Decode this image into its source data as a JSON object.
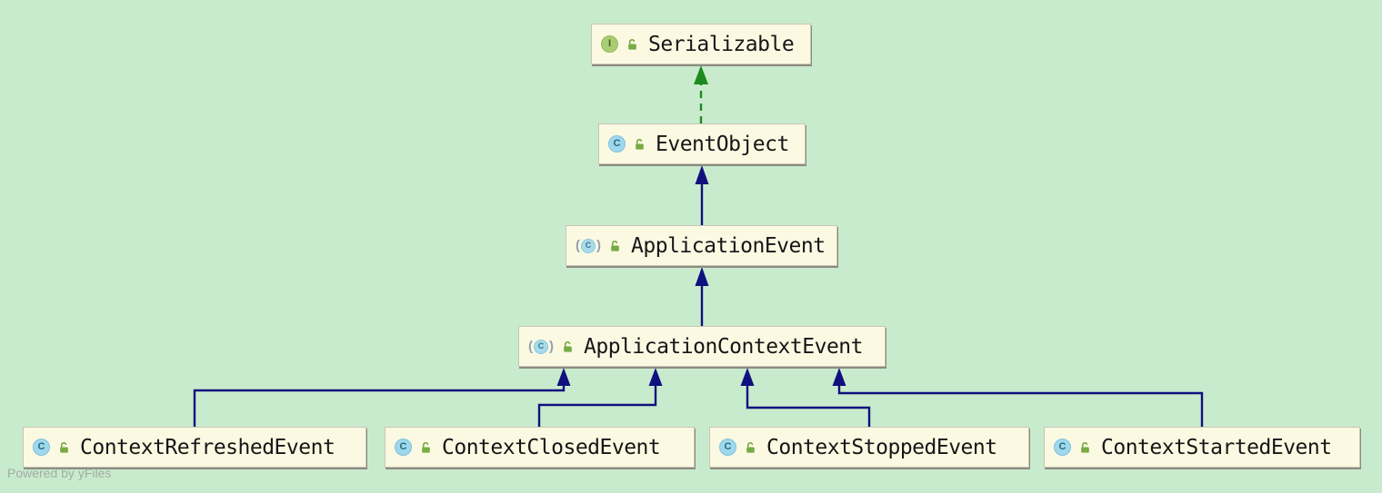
{
  "watermark": "Powered by yFiles",
  "icons": {
    "class_glyph": "C",
    "interface_glyph": "I",
    "abstract_paren_left": "(",
    "abstract_paren_right": ")"
  },
  "colors": {
    "background": "#c9ebcd",
    "node_fill": "#fcf9e3",
    "node_border": "#c6c6b2",
    "node_shadow": "#8b8b81",
    "extends_arrow": "#10107e",
    "implements_arrow": "#1e8a1e",
    "class_icon": "#9fd8ed",
    "interface_icon": "#a8cd73",
    "lock_icon": "#77ac44"
  },
  "nodes": {
    "serializable": {
      "label": "Serializable",
      "type": "interface",
      "modifier": "public"
    },
    "event_object": {
      "label": "EventObject",
      "type": "class",
      "modifier": "public"
    },
    "application_event": {
      "label": "ApplicationEvent",
      "type": "abstract-class",
      "modifier": "public"
    },
    "application_context_event": {
      "label": "ApplicationContextEvent",
      "type": "abstract-class",
      "modifier": "public"
    },
    "context_refreshed_event": {
      "label": "ContextRefreshedEvent",
      "type": "class",
      "modifier": "public"
    },
    "context_closed_event": {
      "label": "ContextClosedEvent",
      "type": "class",
      "modifier": "public"
    },
    "context_stopped_event": {
      "label": "ContextStoppedEvent",
      "type": "class",
      "modifier": "public"
    },
    "context_started_event": {
      "label": "ContextStartedEvent",
      "type": "class",
      "modifier": "public"
    }
  },
  "edges": [
    {
      "from": "EventObject",
      "to": "Serializable",
      "relation": "implements",
      "style": "dashed-green"
    },
    {
      "from": "ApplicationEvent",
      "to": "EventObject",
      "relation": "extends",
      "style": "solid-navy"
    },
    {
      "from": "ApplicationContextEvent",
      "to": "ApplicationEvent",
      "relation": "extends",
      "style": "solid-navy"
    },
    {
      "from": "ContextRefreshedEvent",
      "to": "ApplicationContextEvent",
      "relation": "extends",
      "style": "solid-navy"
    },
    {
      "from": "ContextClosedEvent",
      "to": "ApplicationContextEvent",
      "relation": "extends",
      "style": "solid-navy"
    },
    {
      "from": "ContextStoppedEvent",
      "to": "ApplicationContextEvent",
      "relation": "extends",
      "style": "solid-navy"
    },
    {
      "from": "ContextStartedEvent",
      "to": "ApplicationContextEvent",
      "relation": "extends",
      "style": "solid-navy"
    }
  ]
}
